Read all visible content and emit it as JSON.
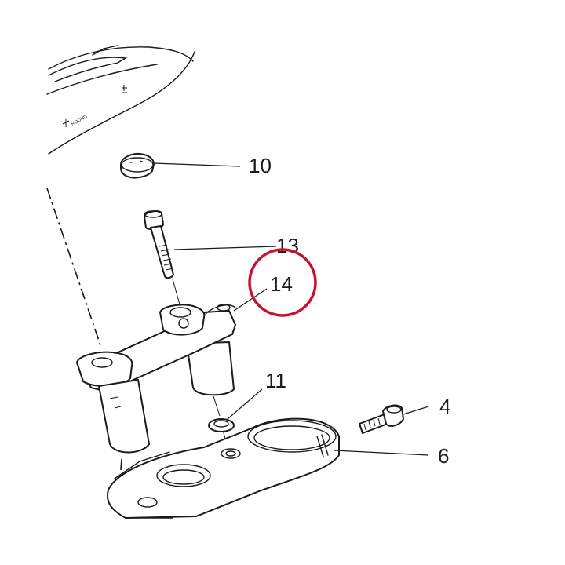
{
  "diagram": {
    "callouts": [
      {
        "id": "10",
        "label": "10"
      },
      {
        "id": "13",
        "label": "13"
      },
      {
        "id": "14",
        "label": "14"
      },
      {
        "id": "11",
        "label": "11"
      },
      {
        "id": "4",
        "label": "4"
      },
      {
        "id": "6",
        "label": "6"
      }
    ],
    "highlight": {
      "target": "14",
      "color": "#c8102e"
    }
  }
}
